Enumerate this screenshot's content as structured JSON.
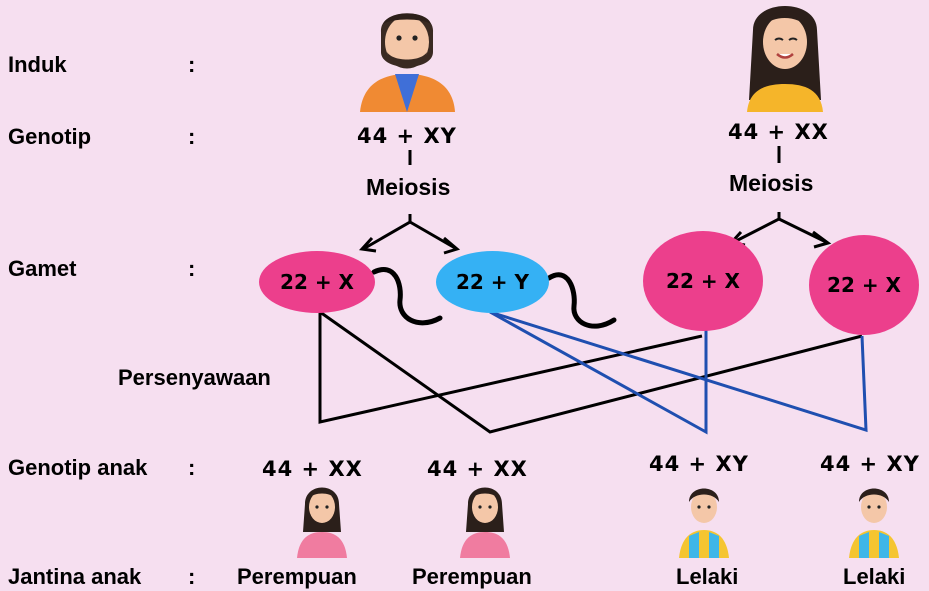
{
  "labels": {
    "induk": "Induk",
    "genotip": "Genotip",
    "gamet": "Gamet",
    "persenyawaan": "Persenyawaan",
    "genotip_anak": "Genotip anak",
    "jantina_anak": "Jantina anak",
    "colon": ":"
  },
  "father": {
    "genotype": "44 + XY",
    "process": "Meiosis",
    "gametes": [
      "22 + X",
      "22 + Y"
    ]
  },
  "mother": {
    "genotype": "44 + XX",
    "process": "Meiosis",
    "gametes": [
      "22 + X",
      "22 + X"
    ]
  },
  "children": [
    {
      "genotype": "44 + XX",
      "sex": "Perempuan"
    },
    {
      "genotype": "44 + XX",
      "sex": "Perempuan"
    },
    {
      "genotype": "44 + XY",
      "sex": "Lelaki"
    },
    {
      "genotype": "44 + XY",
      "sex": "Lelaki"
    }
  ],
  "colors": {
    "background": "#f6dff0",
    "pink_gamete": "#ec3f8c",
    "blue_gamete": "#35b1f4",
    "female_line": "#000000",
    "male_line": "#1f4fb0"
  }
}
